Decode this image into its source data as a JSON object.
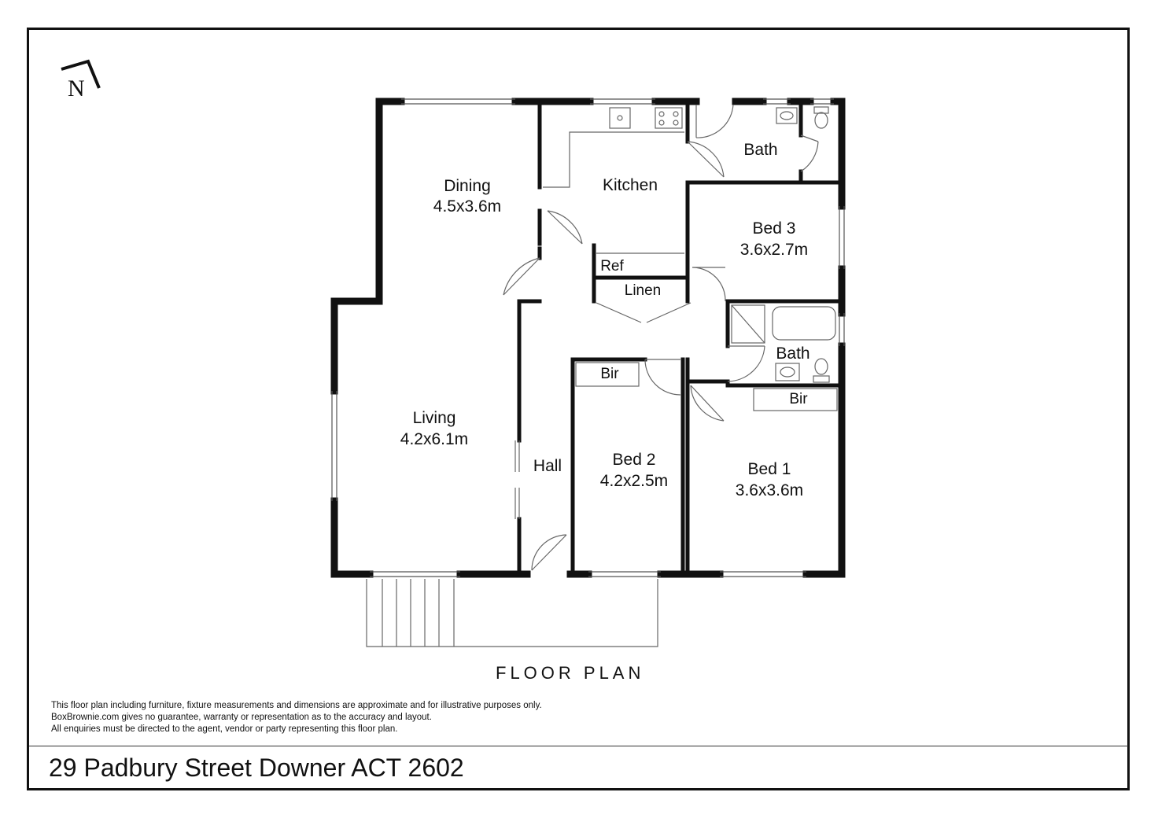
{
  "compass": {
    "letter": "N",
    "icon": "north-arrow-icon"
  },
  "rooms": {
    "dining": {
      "name": "Dining",
      "size": "4.5x3.6m"
    },
    "kitchen": {
      "name": "Kitchen"
    },
    "bath_top": {
      "name": "Bath"
    },
    "bed3": {
      "name": "Bed 3",
      "size": "3.6x2.7m"
    },
    "ref": {
      "name": "Ref"
    },
    "linen": {
      "name": "Linen"
    },
    "bath_mid": {
      "name": "Bath"
    },
    "bir_bed2": {
      "name": "Bir"
    },
    "bir_bed1": {
      "name": "Bir"
    },
    "living": {
      "name": "Living",
      "size": "4.2x6.1m"
    },
    "hall": {
      "name": "Hall"
    },
    "bed2": {
      "name": "Bed 2",
      "size": "4.2x2.5m"
    },
    "bed1": {
      "name": "Bed 1",
      "size": "3.6x3.6m"
    }
  },
  "title": "FLOOR PLAN",
  "disclaimer": [
    "This floor plan including furniture, fixture measurements and dimensions are approximate and for illustrative purposes only.",
    "BoxBrownie.com gives no guarantee, warranty or representation as to the accuracy and layout.",
    "All enquiries must be directed to the agent, vendor or party representing this floor plan."
  ],
  "address": "29 Padbury Street Downer ACT 2602",
  "colors": {
    "wall": "#111111",
    "line": "#555555",
    "background": "#ffffff"
  }
}
